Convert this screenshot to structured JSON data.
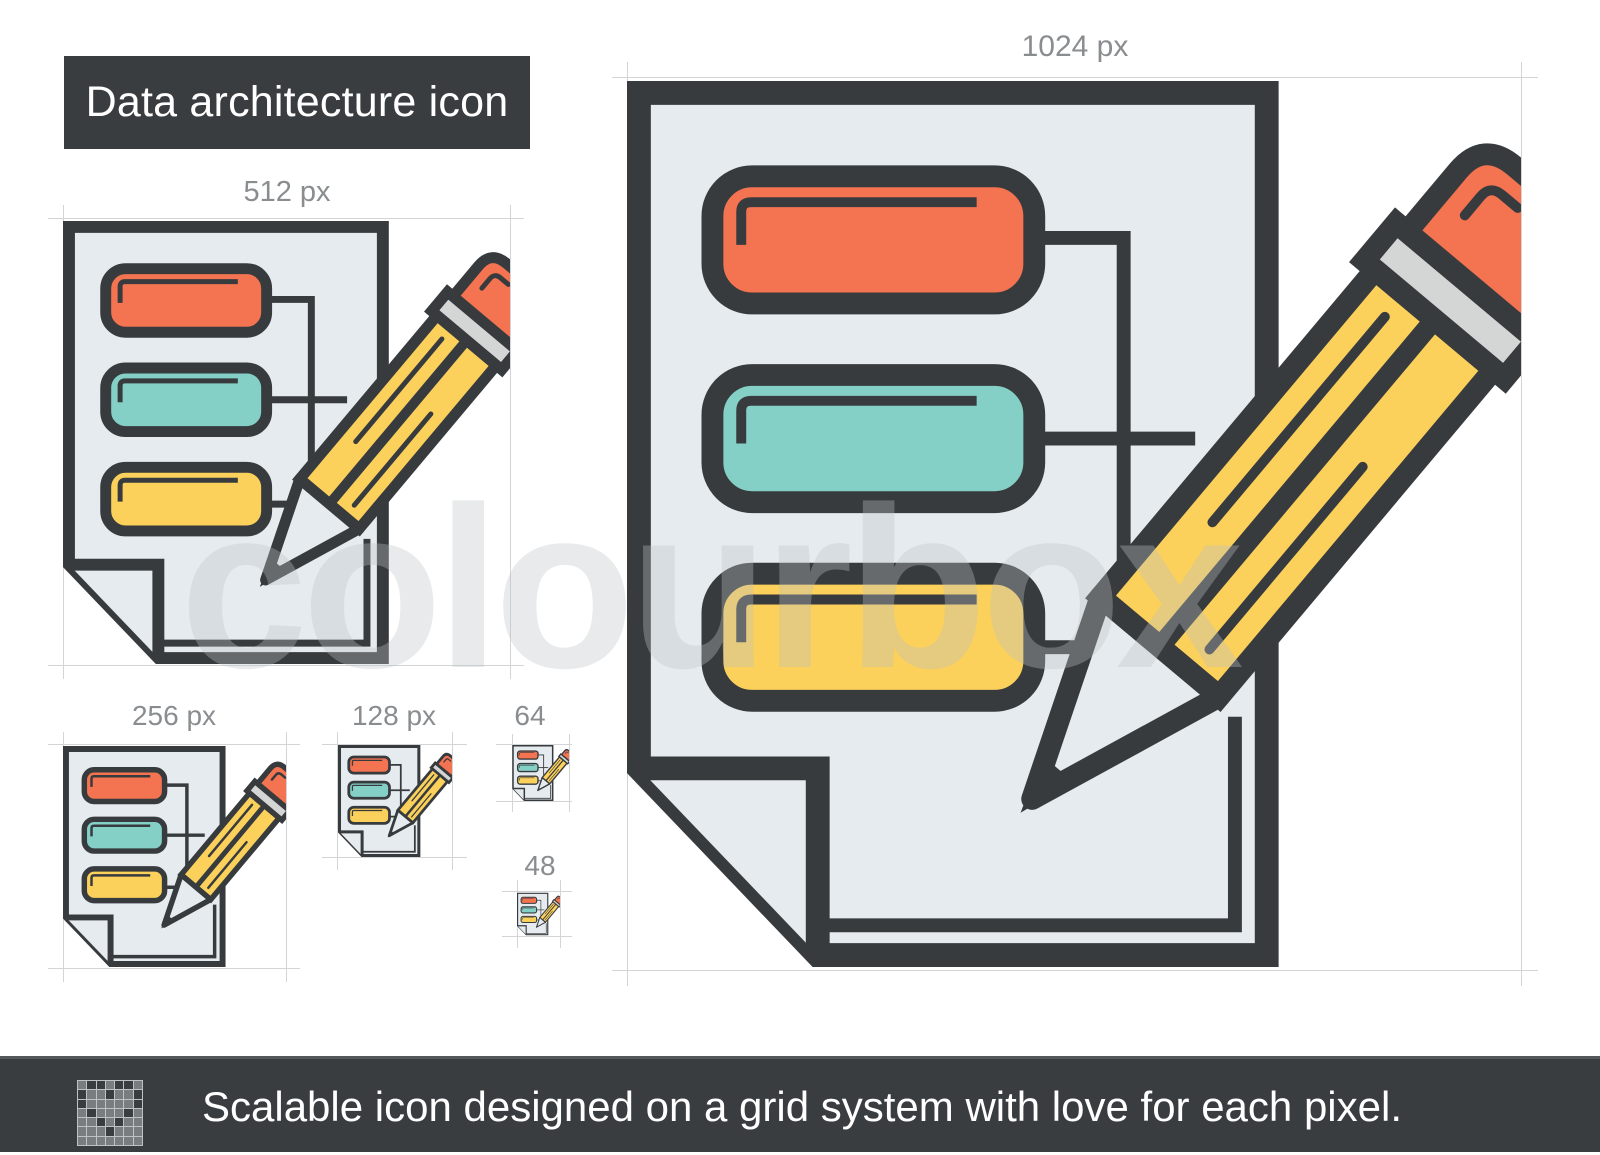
{
  "title": "Data architecture icon",
  "sizes": {
    "s1024": "1024 px",
    "s512": "512 px",
    "s256": "256 px",
    "s128": "128 px",
    "s64": "64",
    "s48": "48"
  },
  "watermark": "colourbox",
  "footer": {
    "icon": "pixel-grid-icon",
    "text": "Scalable icon designed on a grid system with love for each pixel."
  },
  "colors": {
    "outline": "#383b3e",
    "paper": "#e5ebee",
    "red": "#f47350",
    "teal": "#84cfc6",
    "yellow": "#fbd05b",
    "ferrule": "#d4d6d6",
    "dark_bar": "#3a3d40",
    "label_gray": "#8a8d90"
  }
}
